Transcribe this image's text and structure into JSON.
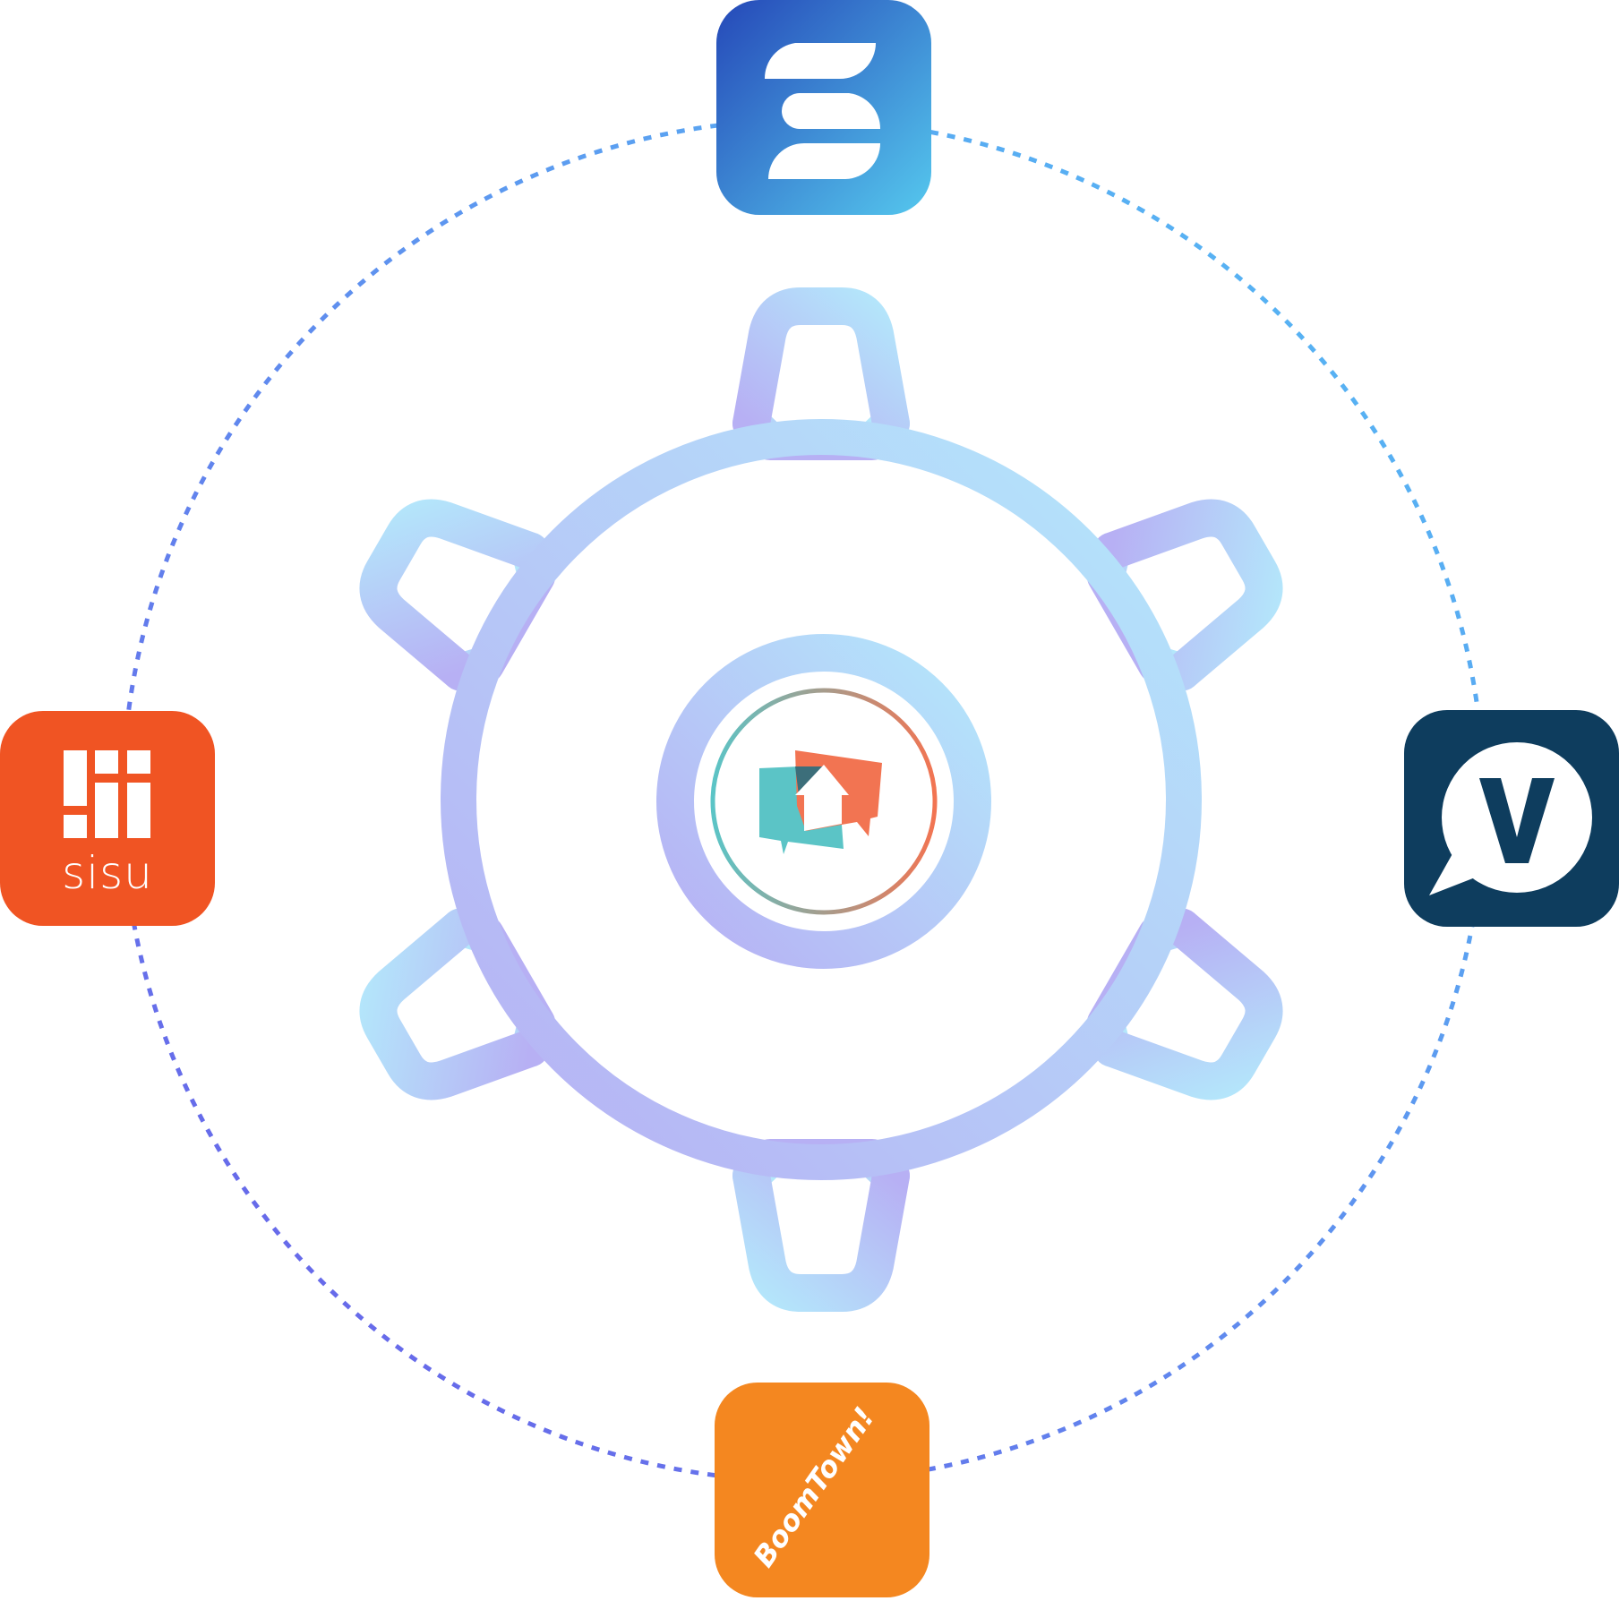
{
  "integration_hub": {
    "center_logo": {
      "icon": "chat-bubbles-house-icon",
      "colors": {
        "teal": "#5bc4c6",
        "coral": "#f27452",
        "dark": "#3c6e7a"
      }
    },
    "gear_gradient": {
      "start": "#b7b0f4",
      "end": "#b4e7fb"
    },
    "orbit_gradient": {
      "start": "#6a5ce8",
      "end": "#54c0f5"
    },
    "partners": [
      {
        "id": "top",
        "name_text": "",
        "icon": "stacked-s-icon",
        "bg_start": "#2548b8",
        "bg_end": "#55c8ee"
      },
      {
        "id": "right",
        "name_text": "V",
        "icon": "v-speech-bubble-icon",
        "bg": "#0e3d5e"
      },
      {
        "id": "left",
        "name_text": "sisu",
        "icon": "sisu-grid-icon",
        "bg": "#f05423"
      },
      {
        "id": "bottom",
        "name_text": "BoomTown!",
        "icon": "boomtown-wordmark-icon",
        "bg": "#f48720"
      }
    ]
  }
}
